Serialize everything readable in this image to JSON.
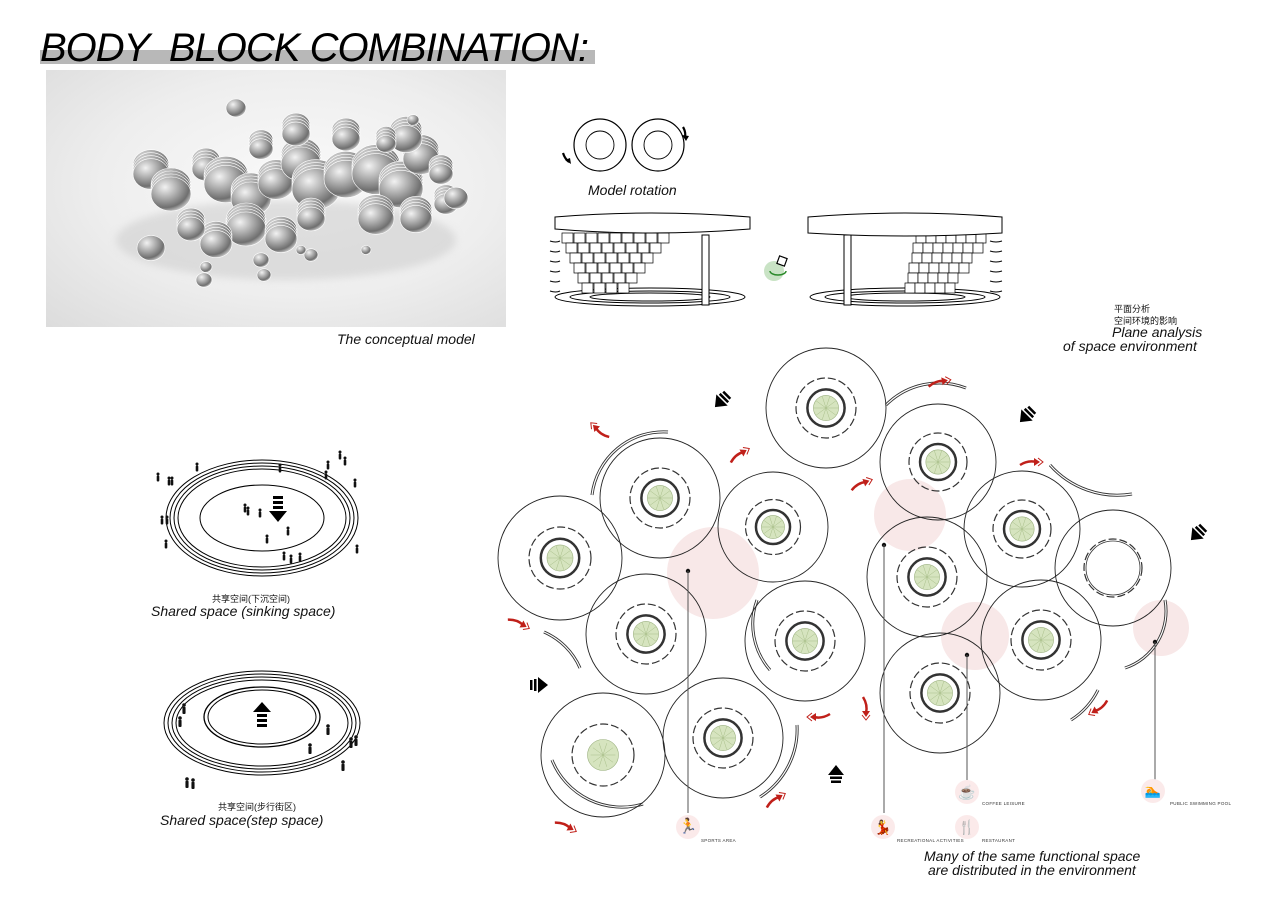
{
  "page": {
    "title": "BODY  BLOCK COMBINATION:"
  },
  "conceptual_model": {
    "caption": "The conceptual model"
  },
  "model_rotation": {
    "caption": "Model rotation",
    "icon": "rotate-3d-icon"
  },
  "plane_analysis": {
    "cn_line1": "平面分析",
    "cn_line2": "空间环境的影响",
    "en_line1": "Plane analysis",
    "en_line2": "of space environment"
  },
  "sinking_space": {
    "cn": "共享空间(下沉空间)",
    "en": "Shared space (sinking space)"
  },
  "step_space": {
    "cn": "共享空间(步行街区)",
    "en": "Shared space(step space)"
  },
  "legend": [
    {
      "label": "SPORTS AREA",
      "icon": "sports-runner-icon"
    },
    {
      "label": "RECREATIONAL ACTIVITIES",
      "icon": "dancing-people-icon"
    },
    {
      "label": "COFFEE LEISURE",
      "icon": "coffee-cup-icon"
    },
    {
      "label": "RESTAURANT",
      "icon": "fork-knife-icon"
    },
    {
      "label": "PUBLIC SWIMMING POOL",
      "icon": "swimming-pool-icon"
    }
  ],
  "plan_caption": {
    "line1": "Many of the same functional space",
    "line2": "are distributed in the environment"
  },
  "colors": {
    "accent_red": "#c0201a",
    "tree_green": "#d6e4bf",
    "pink_zone": "#f8e8e8",
    "title_bar": "#b8b8b8"
  }
}
